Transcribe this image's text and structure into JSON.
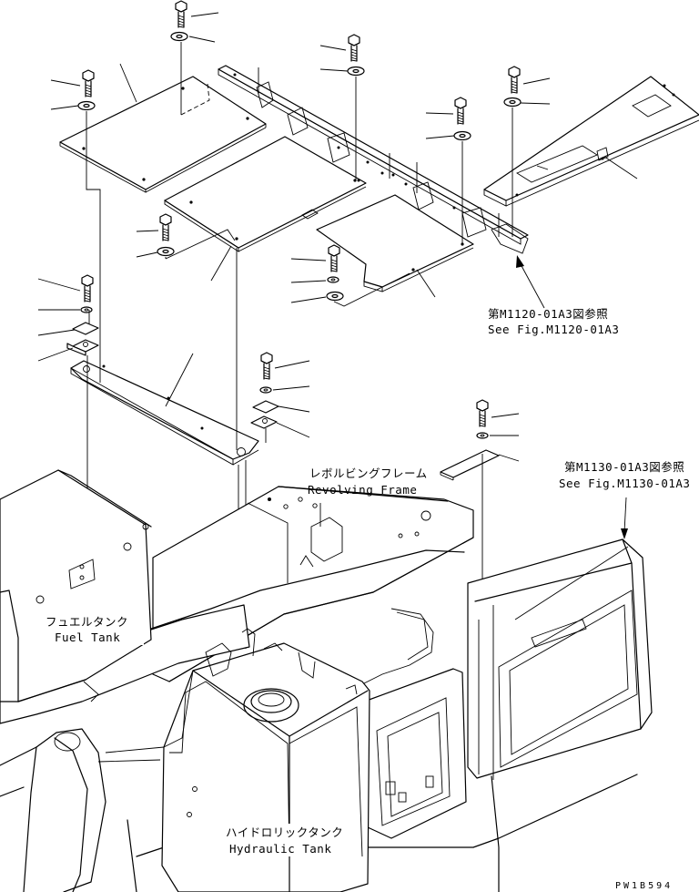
{
  "labels": {
    "ref1_jp": "第M1120-01A3図参照",
    "ref1_en": "See Fig.M1120-01A3",
    "ref2_jp": "第M1130-01A3図参照",
    "ref2_en": "See Fig.M1130-01A3",
    "revolving_frame_jp": "レボルビングフレーム",
    "revolving_frame_en": "Revolving Frame",
    "fuel_tank_jp": "フュエルタンク",
    "fuel_tank_en": "Fuel Tank",
    "hydraulic_tank_jp": "ハイドロリックタンク",
    "hydraulic_tank_en": "Hydraulic Tank",
    "drawing_code": "PW1B594"
  }
}
